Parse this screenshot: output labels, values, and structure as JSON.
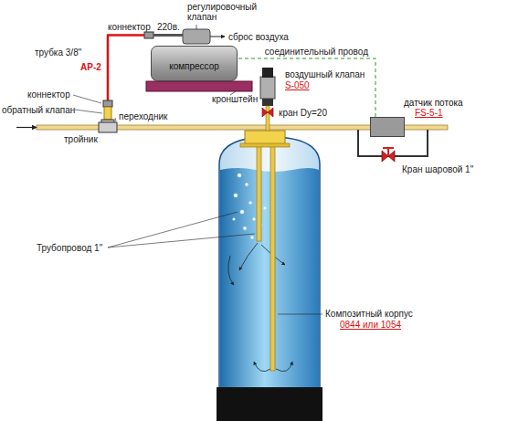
{
  "diagram": {
    "nodes": [
      {
        "text": [
          "компрессор"
        ]
      },
      {
        "text": [
          "датчик потока",
          "FS-5-1"
        ]
      }
    ],
    "edges": [
      {
        "from": 1,
        "to": 0,
        "arrow": "none",
        "label": "соединительный провод"
      }
    ],
    "labels": [
      "регулировочный клапан",
      "коннектор",
      "220в.",
      "сброс воздуха",
      "трубка 3/8\"",
      "АР-2",
      "коннектор",
      "обратный клапан",
      "переходник",
      "тройник",
      "кронштейн",
      "воздушный клапан",
      "S-050",
      "кран Dу=20",
      "Кран шаровой 1\"",
      "Трубопровод 1\"",
      "Композитный корпус",
      "0844 или 1054"
    ]
  }
}
